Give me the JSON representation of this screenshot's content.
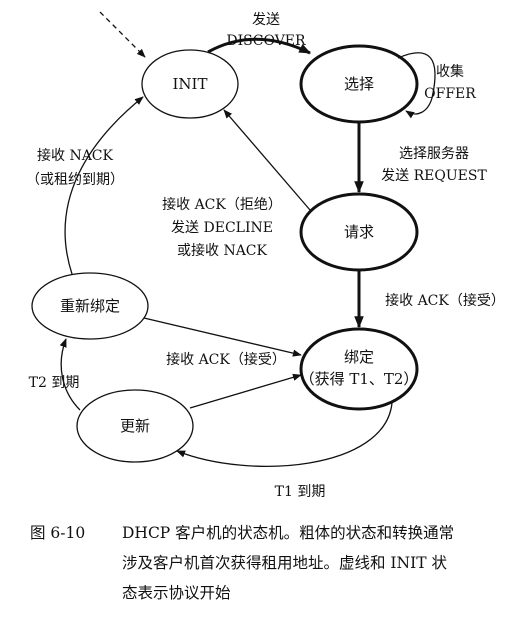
{
  "states": {
    "init": "INIT",
    "select": "选择",
    "request": "请求",
    "bound_l1": "绑定",
    "bound_l2": "（获得 T1、T2）",
    "rebind": "重新绑定",
    "renew": "更新"
  },
  "edges": {
    "send_l1": "发送",
    "send_l2": "DISCOVER",
    "collect_l1": "收集",
    "collect_l2": "OFFER",
    "selsrv_l1": "选择服务器",
    "selsrv_l2": "发送 REQUEST",
    "nack_l1": "接收 NACK",
    "nack_l2": "（或租约到期）",
    "reject_l1": "接收 ACK（拒绝）",
    "reject_l2": "发送 DECLINE",
    "reject_l3": "或接收 NACK",
    "accept1": "接收 ACK（接受）",
    "accept2": "接收 ACK（接受）",
    "t2": "T2 到期",
    "t1": "T1 到期"
  },
  "caption": {
    "number": "图 6-10",
    "line1": "DHCP 客户机的状态机。粗体的状态和转换通常",
    "line2": "涉及客户机首次获得租用地址。虚线和 INIT 状",
    "line3": "态表示协议开始"
  }
}
